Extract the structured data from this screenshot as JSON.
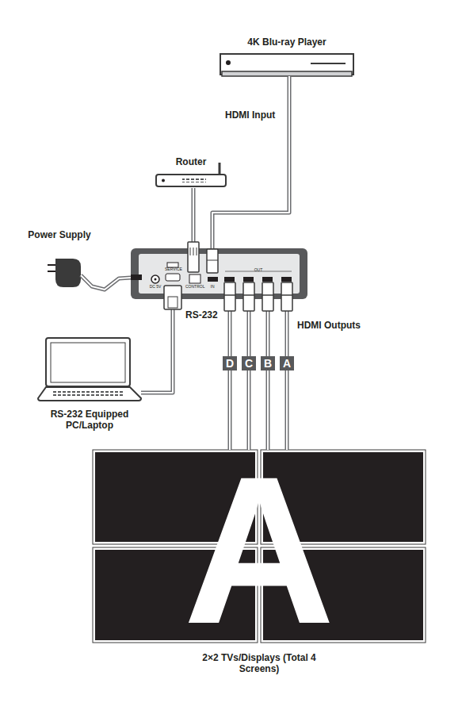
{
  "diagram": {
    "nodes": [
      {
        "text": [
          "4K Blu-ray Player"
        ]
      },
      {
        "text": [
          "Router"
        ]
      },
      {
        "text": [
          "Power Supply"
        ]
      },
      {
        "text": [
          "DC 5V",
          "SERVICE",
          "CONTROL",
          "IN",
          "OUT"
        ]
      },
      {
        "text": [
          "RS-232 Equipped PC/Laptop"
        ]
      },
      {
        "text": [
          "2×2 TVs/Displays (Total 4 Screens)"
        ]
      }
    ],
    "edges": [
      {
        "from": 0,
        "to": 3,
        "arrow": "none",
        "label": "HDMI Input"
      },
      {
        "from": 1,
        "to": 3,
        "arrow": "none"
      },
      {
        "from": 2,
        "to": 3,
        "arrow": "none"
      },
      {
        "from": 3,
        "to": 4,
        "arrow": "none",
        "label": "RS-232"
      },
      {
        "from": 3,
        "to": 5,
        "arrow": "none",
        "label": "D"
      },
      {
        "from": 3,
        "to": 5,
        "arrow": "none",
        "label": "C"
      },
      {
        "from": 3,
        "to": 5,
        "arrow": "none",
        "label": "B"
      },
      {
        "from": 3,
        "to": 5,
        "arrow": "none",
        "label": "A"
      }
    ],
    "labels": [
      "HDMI Outputs",
      "A"
    ]
  }
}
